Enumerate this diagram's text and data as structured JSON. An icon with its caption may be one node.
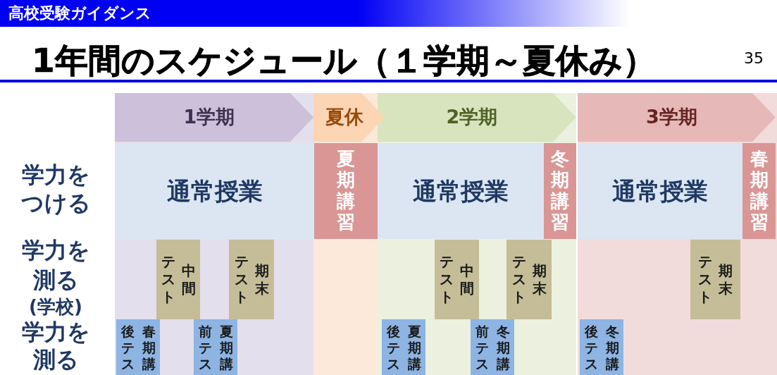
{
  "diagram": {
    "title": "1年間のスケジュール（１学期～夏休み）",
    "nodes": [
      {
        "text": [
          "1学期"
        ]
      },
      {
        "text": [
          "夏休"
        ]
      },
      {
        "text": [
          "2学期"
        ]
      },
      {
        "text": [
          "3学期"
        ]
      },
      {
        "text": [
          "通常授業"
        ]
      },
      {
        "text": [
          "夏期講習"
        ]
      },
      {
        "text": [
          "通常授業"
        ]
      },
      {
        "text": [
          "冬期講習"
        ]
      },
      {
        "text": [
          "通常授業"
        ]
      },
      {
        "text": [
          "春期講習"
        ]
      },
      {
        "text": [
          "中間テスト"
        ]
      },
      {
        "text": [
          "期末テスト"
        ]
      },
      {
        "text": [
          "中間テスト"
        ]
      },
      {
        "text": [
          "期末テスト"
        ]
      },
      {
        "text": [
          "期末テスト"
        ]
      },
      {
        "text": [
          "春期講後テス"
        ]
      },
      {
        "text": [
          "夏期講前テス"
        ]
      },
      {
        "text": [
          "夏期講後テス"
        ]
      },
      {
        "text": [
          "冬期講前テス"
        ]
      },
      {
        "text": [
          "冬期講後テス"
        ]
      }
    ],
    "labels": [
      "高校受験ガイダンス",
      "35",
      "学力をつける",
      "学力を測る",
      "(学校)",
      "学力を測る"
    ]
  }
}
